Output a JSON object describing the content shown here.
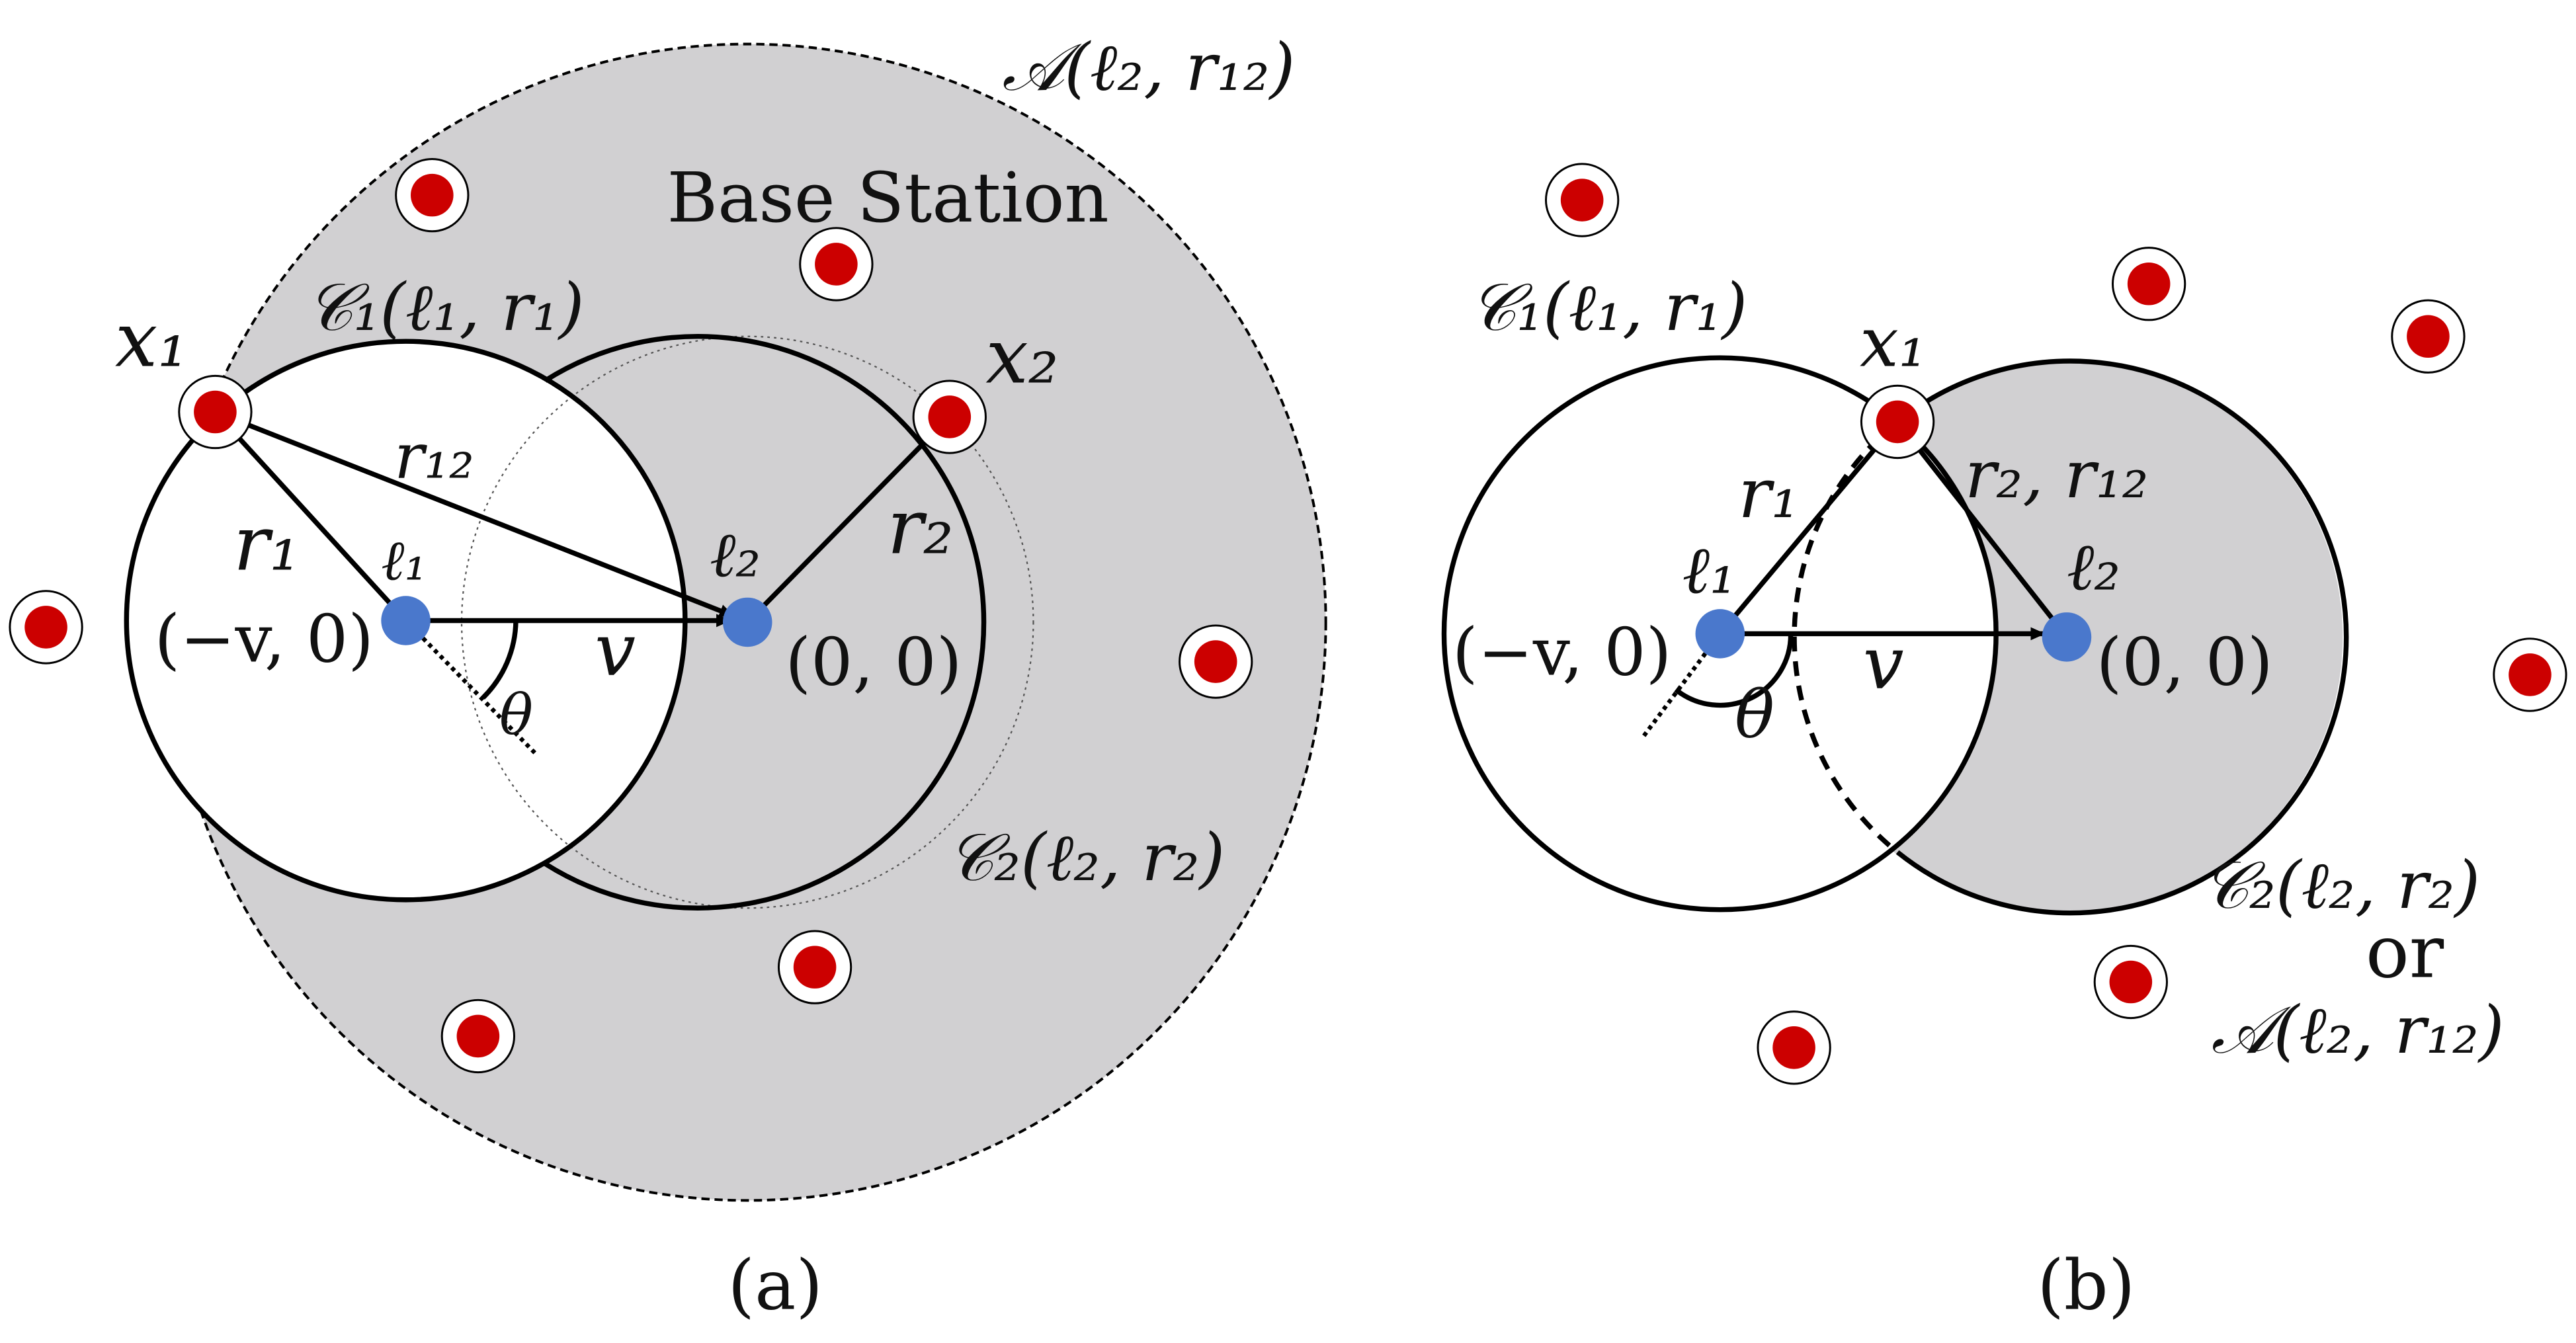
{
  "colors": {
    "shade": "#d1d0d2",
    "stroke": "#000000",
    "base_station": "#cc0000",
    "user": "#4a78cc"
  },
  "panel_a": {
    "caption": "(a)",
    "region_A_label": "𝒜(ℓ₂, r₁₂)",
    "base_station_label": "Base Station",
    "c1_label": "𝒞₁(ℓ₁, r₁)",
    "c2_label": "𝒞₂(ℓ₂, r₂)",
    "x1_label": "x₁",
    "x2_label": "x₂",
    "r1_label": "r₁",
    "r2_label": "r₂",
    "r12_label": "r₁₂",
    "l1_label": "ℓ₁",
    "l2_label": "ℓ₂",
    "l1_coord": "(−v, 0)",
    "l2_coord": "(0, 0)",
    "v_label": "v",
    "theta_label": "θ"
  },
  "panel_b": {
    "caption": "(b)",
    "c1_label": "𝒞₁(ℓ₁, r₁)",
    "c2_label": "𝒞₂(ℓ₂, r₂)",
    "or_label": "or",
    "region_A_label": "𝒜(ℓ₂, r₁₂)",
    "x1_label": "x₁",
    "r1_label": "r₁",
    "r2_r12_label": "r₂, r₁₂",
    "l1_label": "ℓ₁",
    "l2_label": "ℓ₂",
    "l1_coord": "(−v, 0)",
    "l2_coord": "(0, 0)",
    "v_label": "v",
    "theta_label": "θ"
  }
}
